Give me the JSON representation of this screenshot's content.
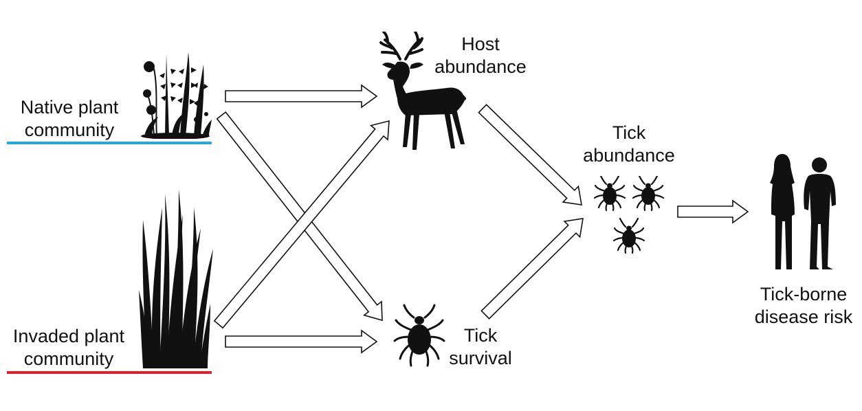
{
  "nodes": {
    "native": {
      "line1": "Native plant",
      "line2": "community"
    },
    "invaded": {
      "line1": "Invaded plant",
      "line2": "community"
    },
    "host": {
      "line1": "Host",
      "line2": "abundance"
    },
    "survival": {
      "line1": "Tick",
      "line2": "survival"
    },
    "tick_abundance": {
      "line1": "Tick",
      "line2": "abundance"
    },
    "risk": {
      "line1": "Tick-borne",
      "line2": "disease risk"
    }
  },
  "icons": {
    "native_plants": "native-plants-icon",
    "invasive_grass": "invasive-grass-icon",
    "deer": "deer-icon",
    "tick": "tick-icon",
    "ticks_group": "ticks-group-icon",
    "people": "people-icon"
  },
  "colors": {
    "native_underline": "#29a8df",
    "invaded_underline": "#e0202a",
    "silhouette": "#111111",
    "arrow_stroke": "#111111"
  }
}
